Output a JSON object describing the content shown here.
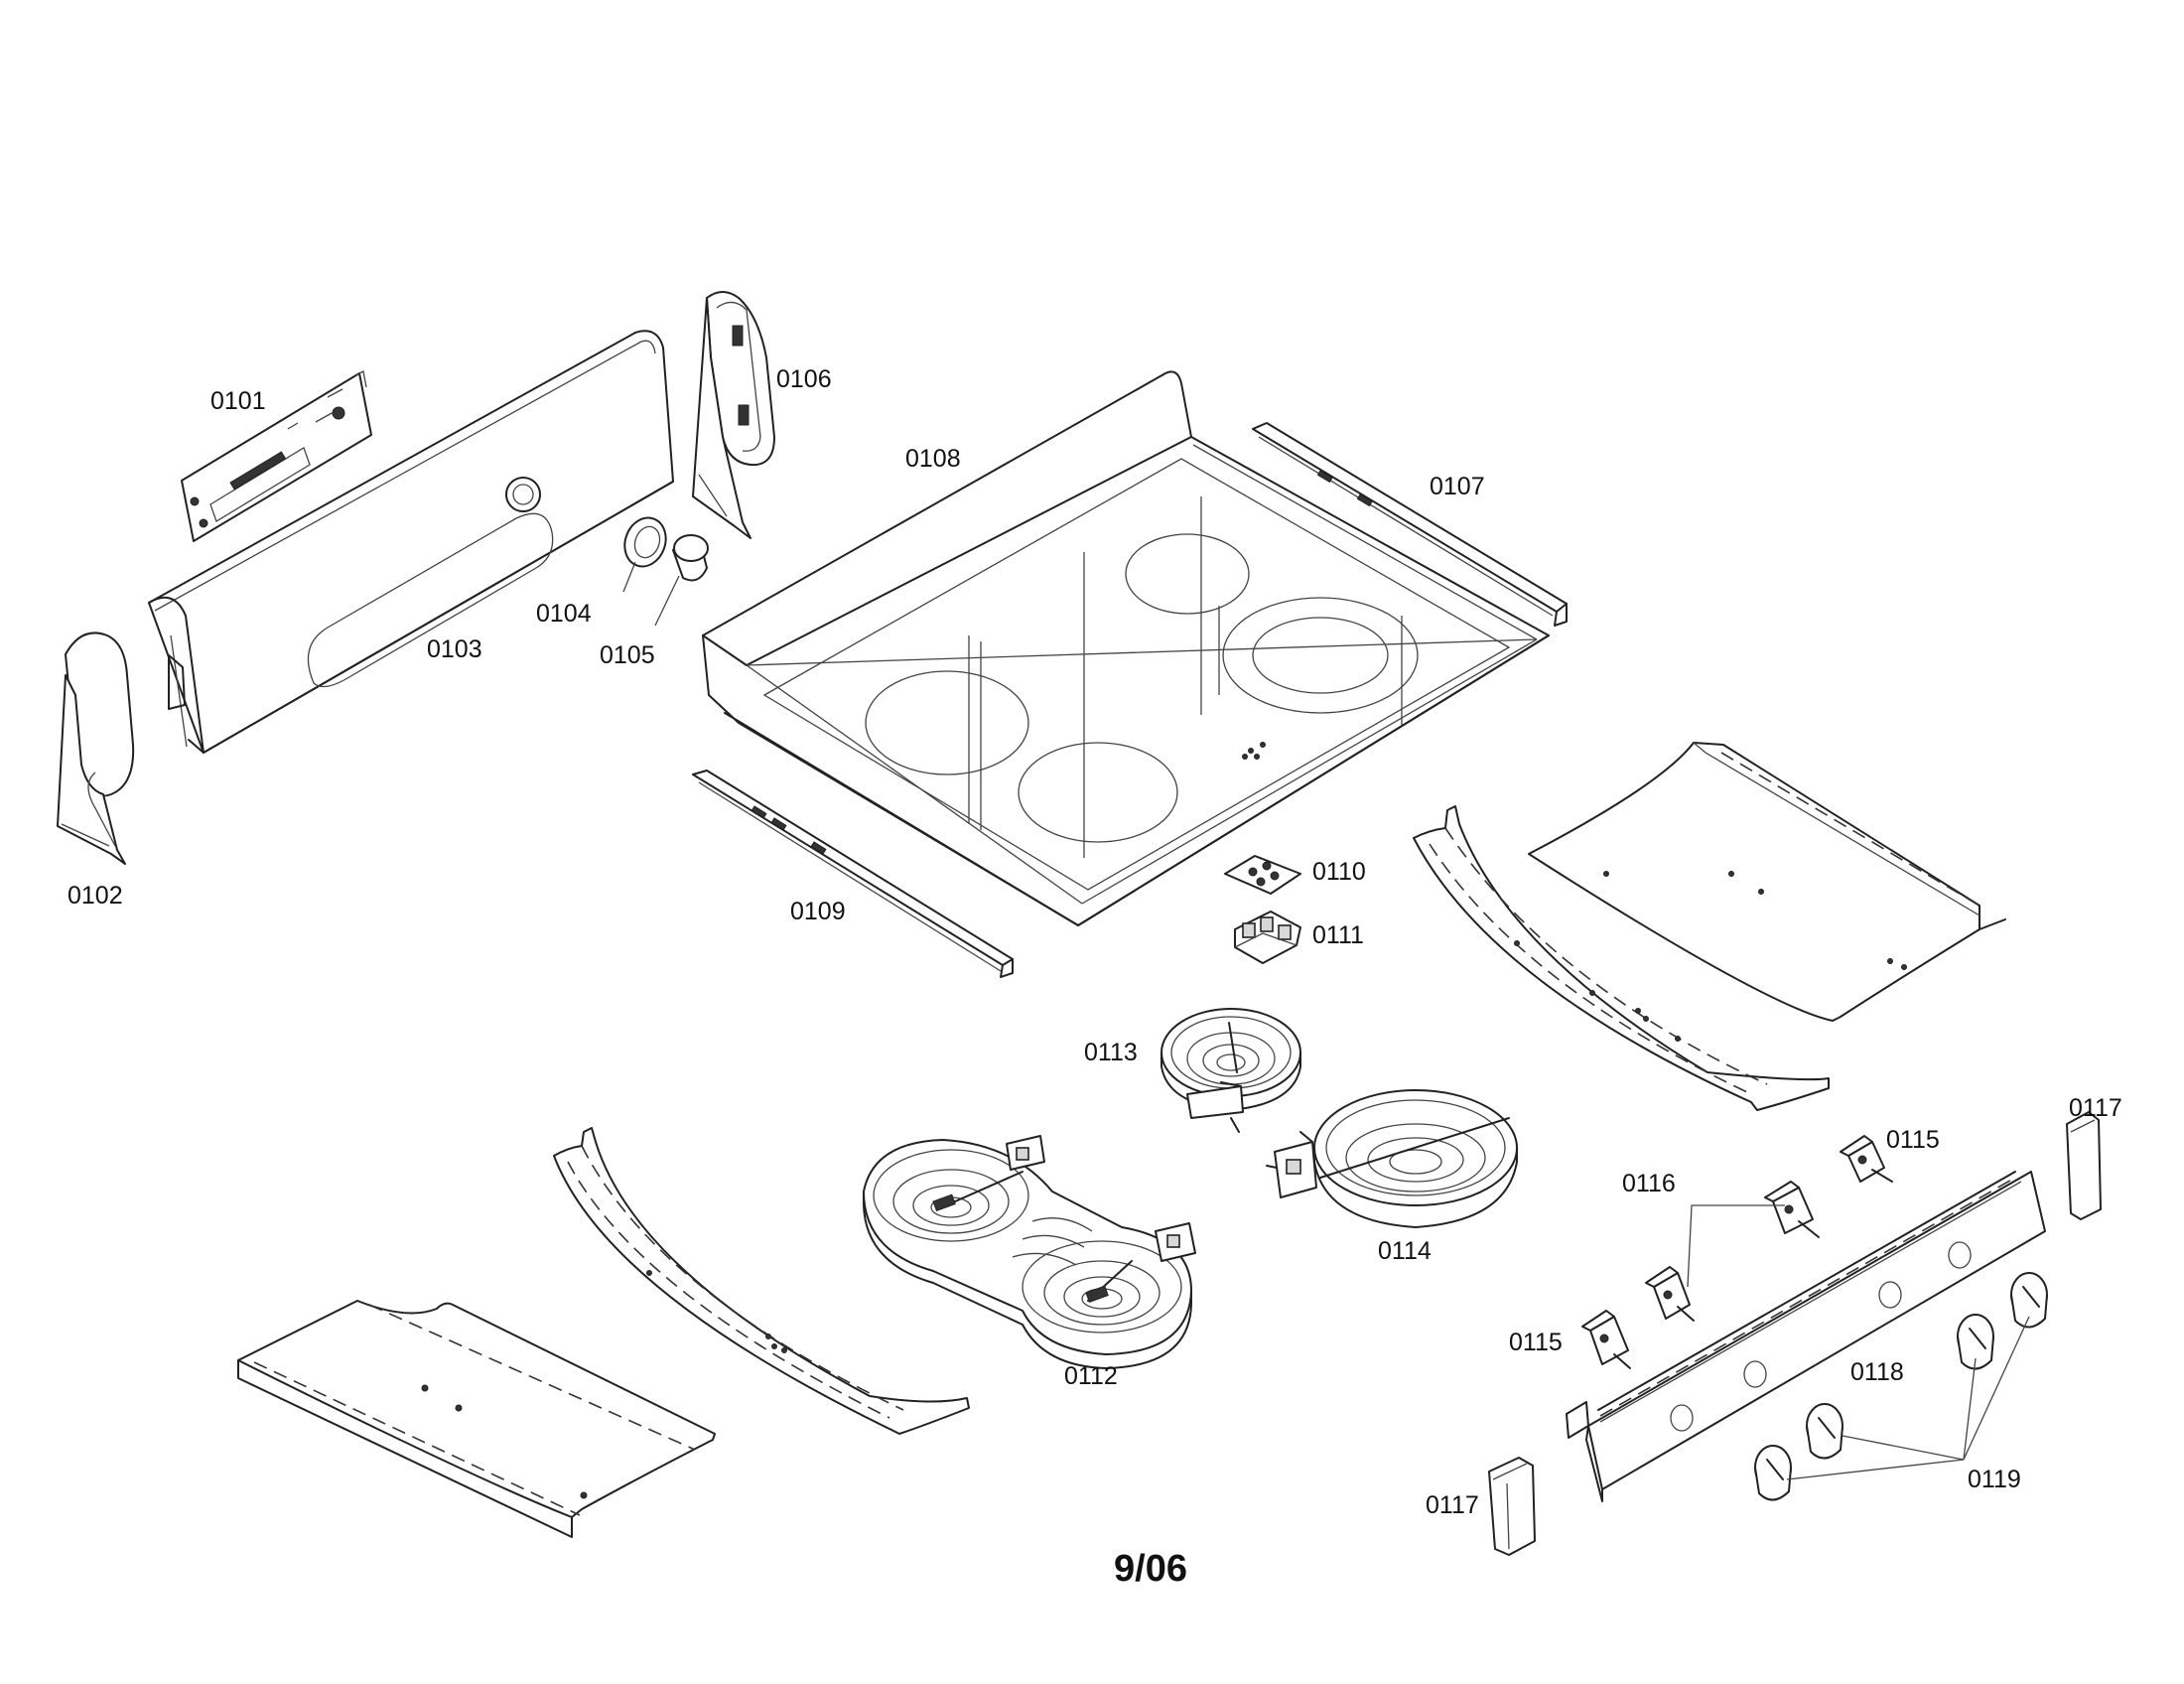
{
  "diagram": {
    "part_labels": {
      "p0101": "0101",
      "p0102": "0102",
      "p0103": "0103",
      "p0104": "0104",
      "p0105": "0105",
      "p0106": "0106",
      "p0107": "0107",
      "p0108": "0108",
      "p0109": "0109",
      "p0110": "0110",
      "p0111": "0111",
      "p0112": "0112",
      "p0113": "0113",
      "p0114": "0114",
      "p0115a": "0115",
      "p0115b": "0115",
      "p0116": "0116",
      "p0117a": "0117",
      "p0117b": "0117",
      "p0118": "0118",
      "p0119": "0119"
    },
    "footer_code": "9/06"
  }
}
